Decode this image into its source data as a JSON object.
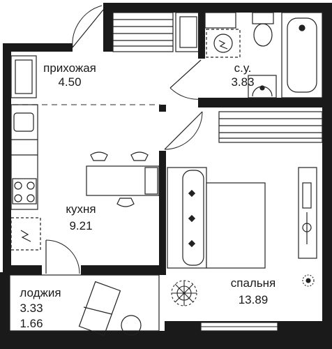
{
  "rooms": {
    "hallway": {
      "name": "прихожая",
      "area": "4.50"
    },
    "bathroom": {
      "name": "с.у.",
      "area": "3.83"
    },
    "kitchen": {
      "name": "кухня",
      "area": "9.21"
    },
    "bedroom": {
      "name": "спальня",
      "area": "13.89"
    },
    "loggia": {
      "name": "лоджия",
      "area_full": "3.33",
      "area_reduced": "1.66"
    }
  },
  "colors": {
    "wall": "#1a1a1a",
    "line": "#222222",
    "dash": "#555555",
    "fill": "#ffffff"
  }
}
